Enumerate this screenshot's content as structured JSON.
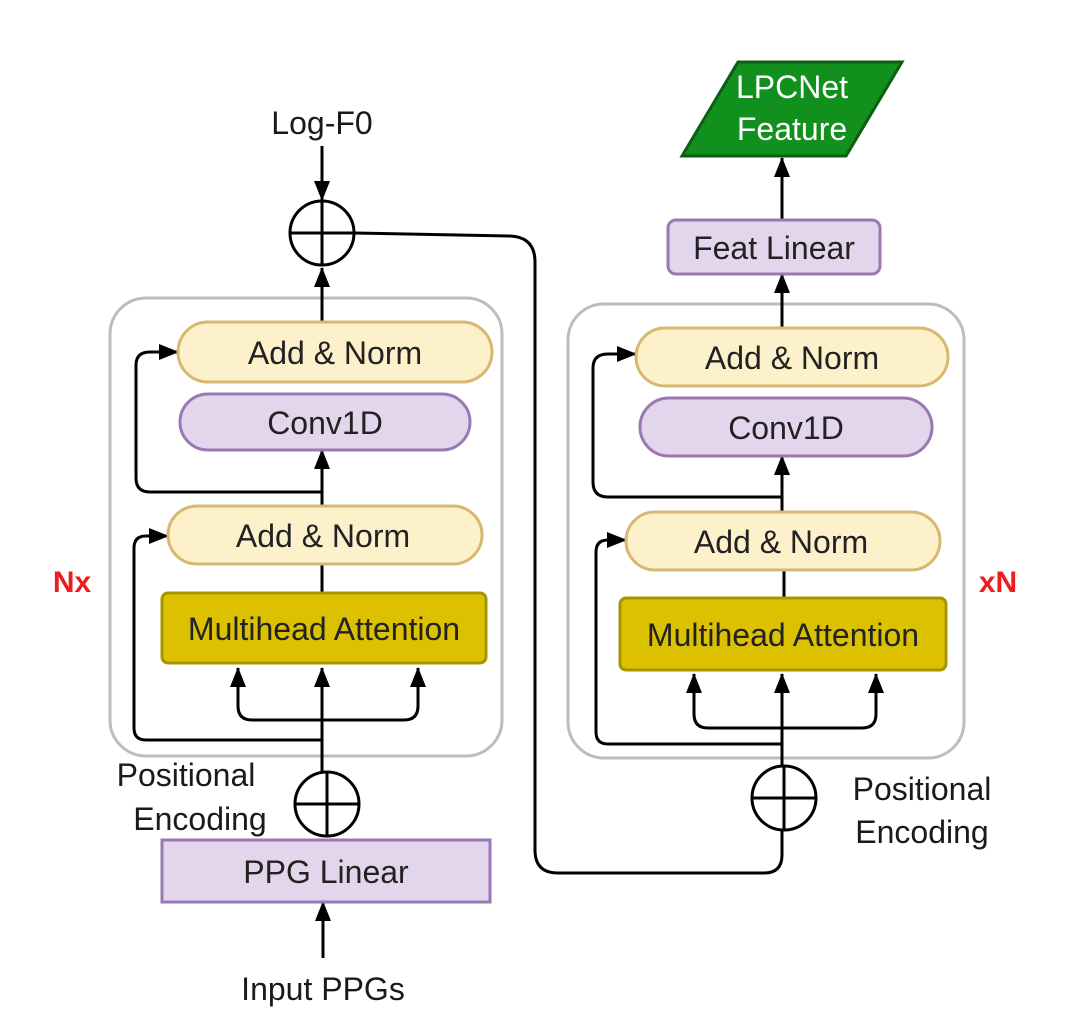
{
  "colors": {
    "norm_fill": "#fdf1cc",
    "norm_stroke": "#d8b870",
    "conv_fill": "#e3d6ec",
    "conv_stroke": "#9a78b4",
    "attention_fill": "#dcc100",
    "attention_stroke": "#a89400",
    "linear_fill": "#e3d6ec",
    "linear_stroke": "#9a78b4",
    "output_fill": "#12901d",
    "output_stroke": "#0b5e12",
    "container_stroke": "#bdbdbd",
    "repeat_label": "#ee1c1c"
  },
  "labels": {
    "log_f0": "Log-F0",
    "input_ppgs": "Input PPGs",
    "positional_left_line1": "Positional",
    "positional_left_line2": "Encoding",
    "positional_right_line1": "Positional",
    "positional_right_line2": "Encoding"
  },
  "left_block": {
    "repeat": "Nx",
    "add_norm_top": "Add & Norm",
    "conv1d": "Conv1D",
    "add_norm_bottom": "Add & Norm",
    "attention": "Multihead Attention",
    "ppg_linear": "PPG Linear"
  },
  "right_block": {
    "repeat": "xN",
    "add_norm_top": "Add & Norm",
    "conv1d": "Conv1D",
    "add_norm_bottom": "Add & Norm",
    "attention": "Multihead Attention",
    "feat_linear": "Feat Linear",
    "output_line1": "LPCNet",
    "output_line2": "Feature"
  },
  "icons": {
    "sum": "circled-plus-icon"
  }
}
